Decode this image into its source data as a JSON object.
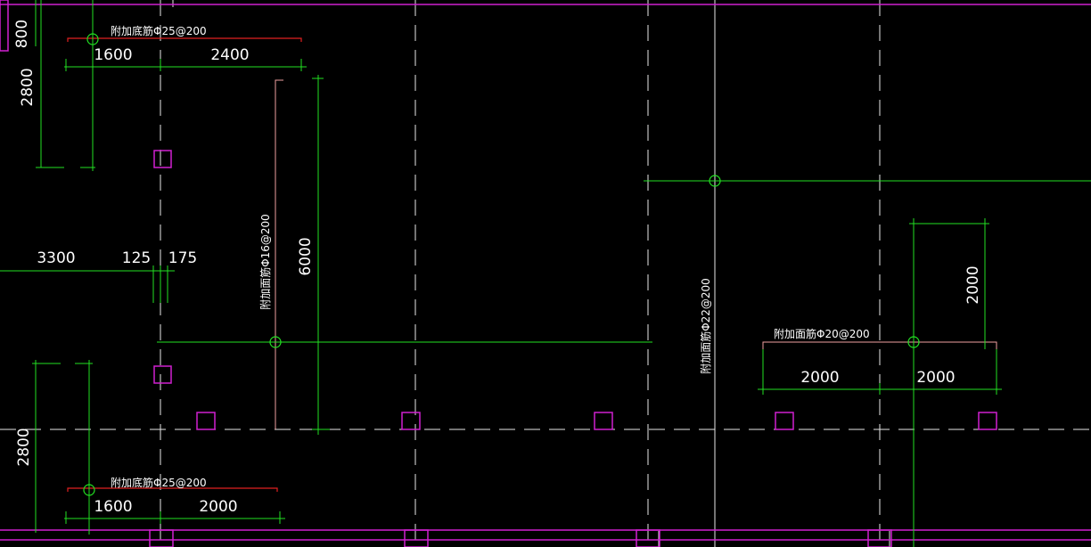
{
  "drawing": {
    "background": "#000000",
    "colors": {
      "dimension": "#22e022",
      "axis": "#e8e8e8",
      "column": "#d020d0",
      "rebar": "#e02020",
      "text": "#ffffff"
    },
    "annotations": {
      "bottom_bar_top": "附加底筋Φ25@200",
      "bottom_bar_bottom": "附加底筋Φ25@200",
      "top_bar_vertical_16": "附加面筋Φ16@200",
      "top_bar_vertical_22": "附加面筋Φ22@200",
      "top_bar_horizontal_20": "附加面筋Φ20@200"
    },
    "dimensions": {
      "d800": "800",
      "d2800_top": "2800",
      "d1600_top": "1600",
      "d2400": "2400",
      "d3300": "3300",
      "d125": "125",
      "d175": "175",
      "d6000": "6000",
      "d2000_right_vertical": "2000",
      "d2000_right_a": "2000",
      "d2000_right_b": "2000",
      "d2800_bottom": "2800",
      "d1600_bottom": "1600",
      "d2000_bottom": "2000"
    }
  }
}
